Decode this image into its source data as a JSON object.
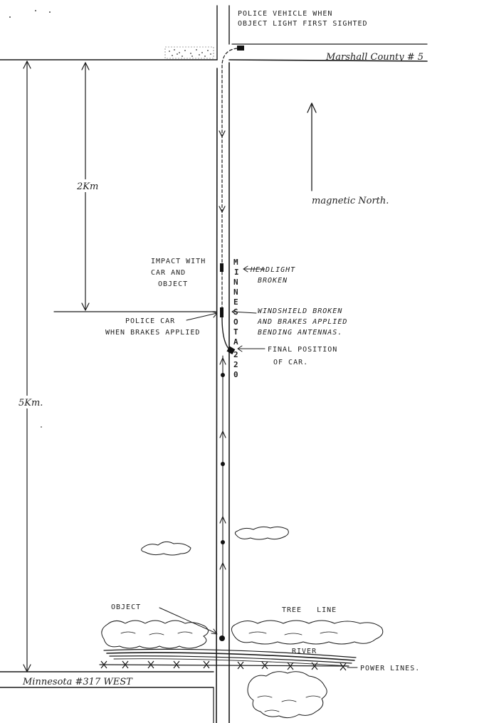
{
  "labels": {
    "police_vehicle_line1": "POLICE VEHICLE WHEN",
    "police_vehicle_line2": "OBJECT LIGHT FIRST SIGHTED",
    "marshall_county": "Marshall County # 5",
    "magnetic_north": "magnetic North.",
    "dist_2km": "2Km",
    "dist_5km": "5Km.",
    "impact_line1": "IMPACT WITH",
    "impact_line2": "CAR AND",
    "impact_line3": "OBJECT",
    "headlight_line1": "HEADLIGHT",
    "headlight_line2": "BROKEN",
    "police_car_line1": "POLICE CAR",
    "police_car_line2": "WHEN BRAKES APPLIED",
    "windshield_line1": "WINDSHIELD BROKEN",
    "windshield_line2": "AND BRAKES APPLIED",
    "windshield_line3": "BENDING ANTENNAS.",
    "final_line1": "FINAL POSITION",
    "final_line2": "OF CAR.",
    "object": "OBJECT",
    "tree_line": "TREE LINE",
    "river": "RIVER",
    "power_lines": "POWER LINES.",
    "minnesota_317": "Minnesota #317 WEST",
    "road_minnesota": [
      "M",
      "I",
      "N",
      "N",
      "E",
      "S",
      "O",
      "T",
      "A"
    ],
    "road_220": [
      "2",
      "2",
      "0"
    ]
  },
  "colors": {
    "ink": "#1a1a1a",
    "paper": "#ffffff"
  }
}
